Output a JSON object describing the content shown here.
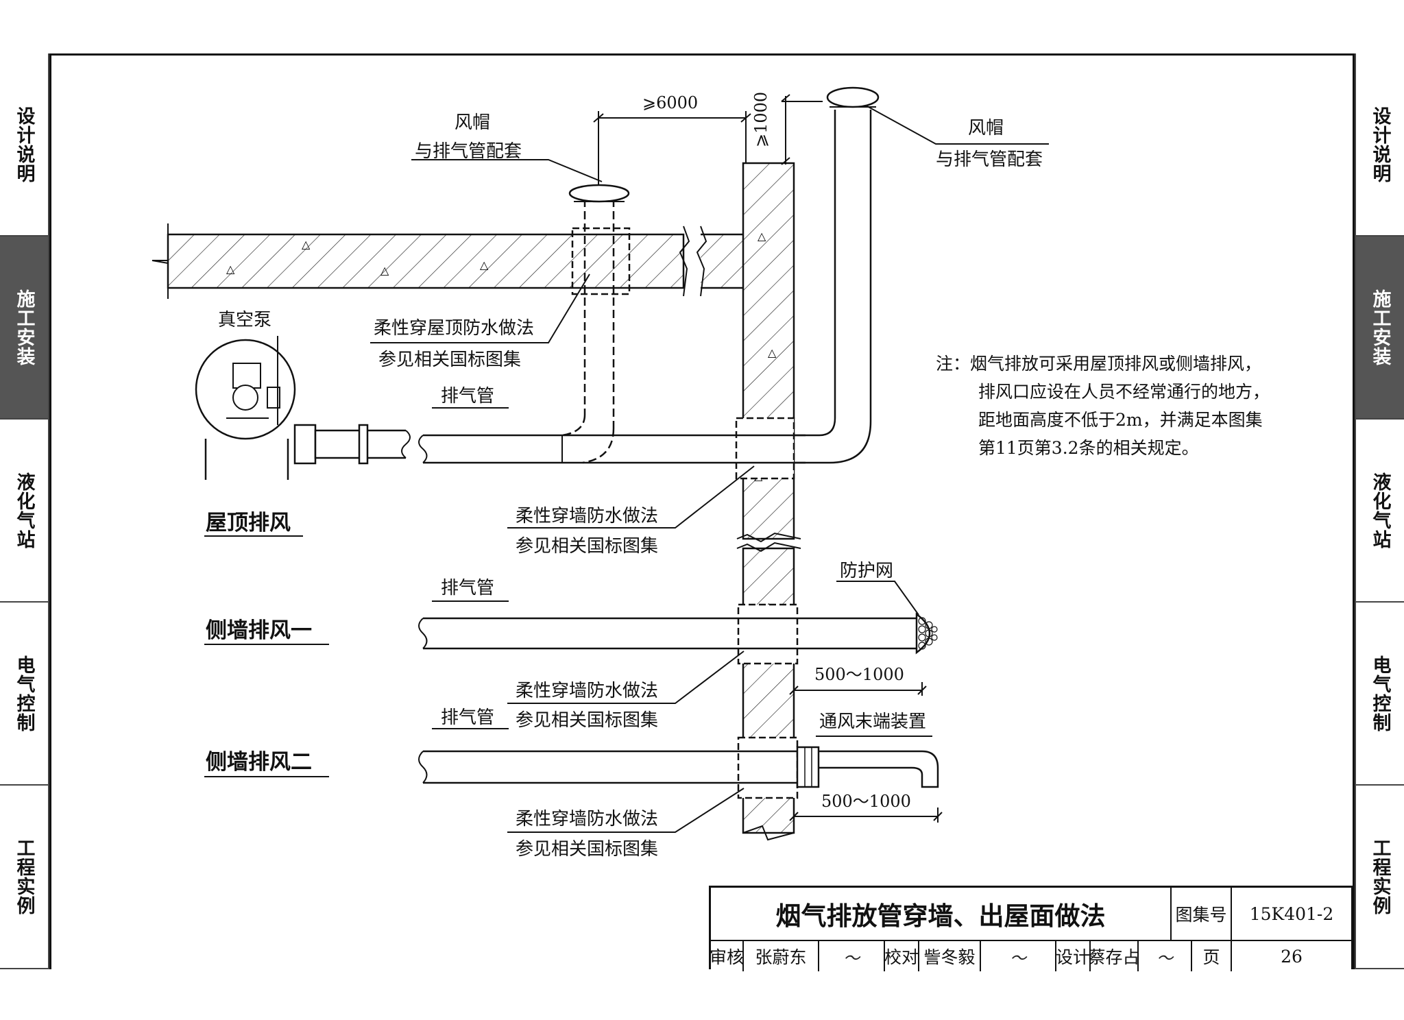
{
  "sidebar_left": [
    {
      "label": "设计说明",
      "active": false
    },
    {
      "label": "施工安装",
      "active": true
    },
    {
      "label": "液化气站",
      "active": false
    },
    {
      "label": "电气控制",
      "active": false
    },
    {
      "label": "工程实例",
      "active": false
    }
  ],
  "sidebar_right": [
    {
      "label": "设计说明",
      "active": false
    },
    {
      "label": "施工安装",
      "active": true
    },
    {
      "label": "液化气站",
      "active": false
    },
    {
      "label": "电气控制",
      "active": false
    },
    {
      "label": "工程实例",
      "active": false
    }
  ],
  "diagram": {
    "dim_6000": "⩾6000",
    "dim_1000": "⩾1000",
    "hood_label_1": "风帽",
    "hood_label_2": "与排气管配套",
    "hood_right_label_1": "风帽",
    "hood_right_label_2": "与排气管配套",
    "vacuum_pump": "真空泵",
    "roof_waterproof_1": "柔性穿屋顶防水做法",
    "roof_waterproof_2": "参见相关国标图集",
    "exhaust_pipe_a": "排气管",
    "wall_waterproof_a1": "柔性穿墙防水做法",
    "wall_waterproof_a2": "参见相关国标图集",
    "heading_roof": "屋顶排风",
    "exhaust_pipe_b": "排气管",
    "heading_side1": "侧墙排风一",
    "guard_net": "防护网",
    "dim_500_1000_a": "500～1000",
    "wall_waterproof_b1": "柔性穿墙防水做法",
    "wall_waterproof_b2": "参见相关国标图集",
    "exhaust_pipe_c": "排气管",
    "vent_terminal": "通风末端装置",
    "heading_side2": "侧墙排风二",
    "dim_500_1000_b": "500～1000",
    "wall_waterproof_c1": "柔性穿墙防水做法",
    "wall_waterproof_c2": "参见相关国标图集"
  },
  "note": {
    "line1": "注：烟气排放可采用屋顶排风或侧墙排风，",
    "line2": "排风口应设在人员不经常通行的地方，",
    "line3": "距地面高度不低于2m，并满足本图集",
    "line4": "第11页第3.2条的相关规定。"
  },
  "title_block": {
    "title": "烟气排放管穿墙、出屋面做法",
    "atlas_label": "图集号",
    "atlas_no": "15K401-2",
    "review_label": "审核",
    "reviewer": "张蔚东",
    "check_label": "校对",
    "checker": "訾冬毅",
    "design_label": "设计",
    "designer": "蔡存占",
    "page_label": "页",
    "page_no": "26"
  }
}
